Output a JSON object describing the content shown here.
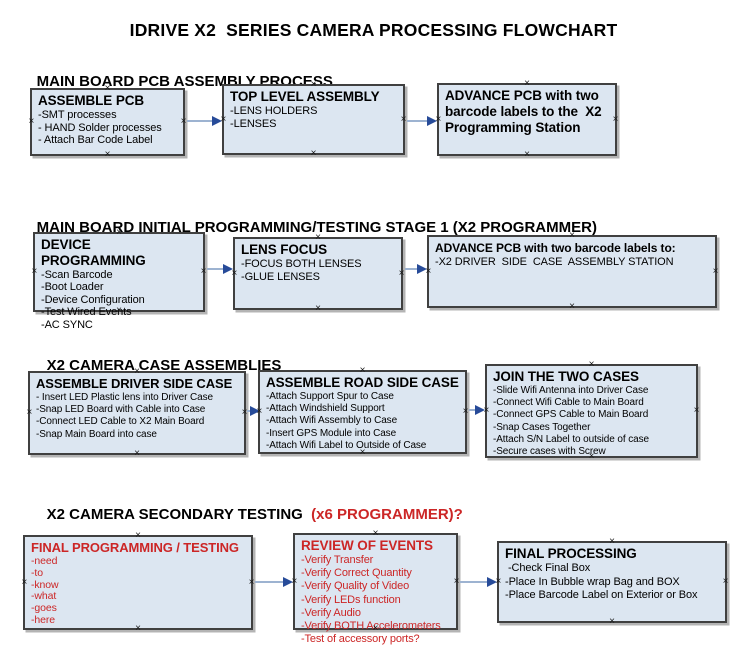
{
  "page_title": "IDRIVE X2  SERIES CAMERA PROCESSING FLOWCHART",
  "colors": {
    "box_fill": "#dce6f1",
    "box_border": "#404040",
    "accent_red": "#cc2626",
    "arrow_line": "#9db3d1",
    "arrow_head": "#274b99"
  },
  "sections": [
    {
      "heading": "MAIN BOARD PCB ASSEMBLY PROCESS",
      "heading_suffix": "",
      "boxes": [
        {
          "title": "ASSEMBLE PCB",
          "lines": [
            "-SMT processes",
            "- HAND Solder processes",
            "- Attach Bar Code Label"
          ]
        },
        {
          "title": "TOP LEVEL ASSEMBLY",
          "lines": [
            "-LENS HOLDERS",
            "-LENSES"
          ]
        },
        {
          "title": "ADVANCE PCB with two barcode labels to the  X2 Programming Station",
          "lines": []
        }
      ]
    },
    {
      "heading": "MAIN BOARD INITIAL PROGRAMMING/TESTING STAGE 1 (X2 PROGRAMMER)",
      "heading_suffix": "",
      "boxes": [
        {
          "title": "DEVICE PROGRAMMING",
          "lines": [
            "-Scan Barcode",
            "-Boot Loader",
            "-Device Configuration",
            "-Test Wired Events",
            "-AC SYNC"
          ]
        },
        {
          "title": "LENS FOCUS",
          "lines": [
            "-FOCUS BOTH LENSES",
            "-GLUE LENSES"
          ]
        },
        {
          "title": "ADVANCE PCB with two barcode labels to:",
          "lines": [
            "-X2 DRIVER  SIDE  CASE  ASSEMBLY STATION"
          ]
        }
      ]
    },
    {
      "heading": "X2 CAMERA CASE ASSEMBLIES",
      "heading_suffix": "",
      "boxes": [
        {
          "title": "ASSEMBLE DRIVER SIDE CASE",
          "lines": [
            "- Insert LED Plastic lens into Driver Case",
            "-Snap LED Board with Cable into Case",
            "-Connect LED Cable to X2 Main Board",
            "-Snap Main Board into case"
          ]
        },
        {
          "title": "ASSEMBLE ROAD SIDE CASE",
          "lines": [
            "-Attach Support Spur to Case",
            "-Attach Windshield Support",
            "-Attach Wifi Assembly to Case",
            "-Insert GPS Module into Case",
            "-Attach Wifi Label to Outside of Case"
          ]
        },
        {
          "title": "JOIN THE TWO CASES",
          "lines": [
            "-Slide Wifi Antenna into Driver Case",
            "-Connect Wifi Cable to Main Board",
            "-Connect GPS Cable to Main Board",
            "-Snap Cases Together",
            "-Attach S/N Label to outside of case",
            "-Secure cases with Screw"
          ]
        }
      ]
    },
    {
      "heading": "X2 CAMERA SECONDARY TESTING  ",
      "heading_suffix": "(x6 PROGRAMMER)?",
      "boxes": [
        {
          "title": "FINAL PROGRAMMING / TESTING",
          "lines": [
            "-need",
            "-to",
            "-know",
            "-what",
            "-goes",
            "-here"
          ]
        },
        {
          "title": "REVIEW OF EVENTS",
          "lines": [
            "-Verify Transfer",
            "-Verify Correct Quantity",
            "-Verify Quality of Video",
            "-Verify LEDs function",
            "-Verify Audio",
            "-Verify BOTH Accelerometers",
            "-Test of accessory ports?"
          ]
        },
        {
          "title": "FINAL PROCESSING",
          "lines": [
            " -Check Final Box",
            "-Place In Bubble wrap Bag and BOX",
            "-Place Barcode Label on Exterior or Box"
          ]
        }
      ]
    }
  ]
}
